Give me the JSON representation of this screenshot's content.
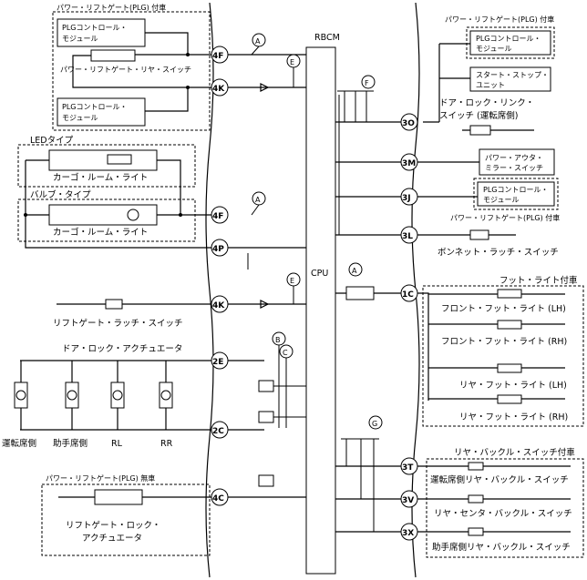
{
  "unit": {
    "name": "RBCM",
    "cpu": "CPU"
  },
  "connectors": {
    "c4F_top": "4F",
    "c4K_top": "4K",
    "c4F_mid": "4F",
    "c4P": "4P",
    "c4K_mid": "4K",
    "c2E": "2E",
    "c2C": "2C",
    "c4C": "4C",
    "c3O": "3O",
    "c3M": "3M",
    "c3J": "3J",
    "c3L": "3L",
    "c1C": "1C",
    "c3T": "3T",
    "c3V": "3V",
    "c3X": "3X"
  },
  "refs": {
    "A": "A",
    "B": "B",
    "C": "C",
    "E": "E",
    "F": "F",
    "G": "G"
  },
  "left": {
    "plg_option_title": "パワー・リフトゲート(PLG) 付車",
    "plg_module_1": [
      "PLGコントロール・",
      "モジュール"
    ],
    "rear_switch": "パワー・リフトゲート・リヤ・スイッチ",
    "plg_module_2": [
      "PLGコントロール・",
      "モジュール"
    ],
    "led_type": "LEDタイプ",
    "cargo_light_1": "カーゴ・ルーム・ライト",
    "bulb_type": "バルブ・タイプ",
    "cargo_light_2": "カーゴ・ルーム・ライト",
    "liftgate_latch": "リフトゲート・ラッチ・スイッチ",
    "actuator_title": "ドア・ロック・アクチュエータ",
    "actuators": [
      "運転席側",
      "助手席側",
      "RL",
      "RR"
    ],
    "plg_none_title": "パワー・リフトゲート(PLG) 無車",
    "lock_actuator": [
      "リフトゲート・ロック・",
      "アクチュエータ"
    ]
  },
  "right": {
    "plg_option_title": "パワー・リフトゲート(PLG) 付車",
    "plg_module_1": [
      "PLGコントロール・",
      "モジュール"
    ],
    "start_stop": [
      "スタート・ストップ・",
      "ユニット"
    ],
    "door_link": [
      "ドア・ロック・リンク・",
      "スイッチ (運転席側)"
    ],
    "outer_mirror": [
      "パワー・アウタ・",
      "ミラー・スイッチ"
    ],
    "plg_module_2": [
      "PLGコントロール・",
      "モジュール"
    ],
    "plg_option_title_2": "パワー・リフトゲート(PLG) 付車",
    "bonnet": "ボンネット・ラッチ・スイッチ",
    "foot_title": "フット・ライト付車",
    "foot_lights": [
      "フロント・フット・ライト (LH)",
      "フロント・フット・ライト (RH)",
      "リヤ・フット・ライト (LH)",
      "リヤ・フット・ライト (RH)"
    ],
    "buckle_title": "リヤ・バックル・スイッチ付車",
    "buckles": [
      "運転席側リヤ・バックル・スイッチ",
      "リヤ・センタ・バックル・スイッチ",
      "助手席側リヤ・バックル・スイッチ"
    ]
  }
}
